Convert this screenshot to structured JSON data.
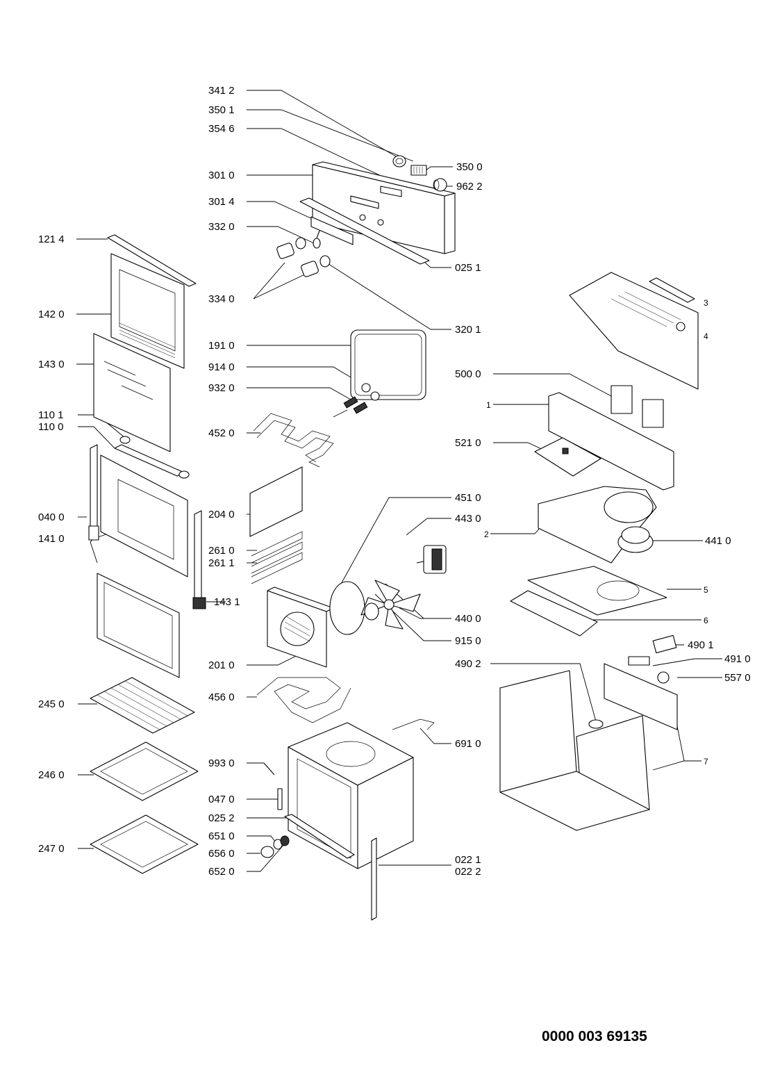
{
  "labels": {
    "l_3412": "341 2",
    "l_3501": "350 1",
    "l_3546": "354 6",
    "l_3010": "301 0",
    "l_3500": "350 0",
    "l_9622": "962 2",
    "l_3014": "301 4",
    "l_3320": "332 0",
    "l_1214": "121 4",
    "l_0251": "025 1",
    "l_3340": "334 0",
    "l_3201": "320 1",
    "l_1420": "142 0",
    "l_1430": "143 0",
    "l_1910": "191 0",
    "l_9140": "914 0",
    "l_9320": "932 0",
    "l_5000": "500 0",
    "l_1101": "110 1",
    "l_1100": "110 0",
    "l_4520": "452 0",
    "l_5210": "521 0",
    "l_4510": "451 0",
    "l_4430": "443 0",
    "l_0400": "040 0",
    "l_2040": "204 0",
    "l_4410": "441 0",
    "l_1410": "141 0",
    "l_2610": "261 0",
    "l_2611": "261 1",
    "l_1431": "143 1",
    "l_4400": "440 0",
    "l_9150": "915 0",
    "l_4901": "490 1",
    "l_2010": "201 0",
    "l_4902": "490 2",
    "l_4910": "491 0",
    "l_5570": "557 0",
    "l_4560": "456 0",
    "l_2450": "245 0",
    "l_6910": "691 0",
    "l_9930": "993 0",
    "l_2460": "246 0",
    "l_0470": "047 0",
    "l_0252": "025 2",
    "l_6510": "651 0",
    "l_2470": "247 0",
    "l_6560": "656 0",
    "l_0221": "022 1",
    "l_0222": "022 2",
    "l_6520": "652 0",
    "n_3": "3",
    "n_4": "4",
    "n_1": "1",
    "n_2": "2",
    "n_5": "5",
    "n_6": "6",
    "n_7": "7"
  },
  "document_number": "0000 003 69135"
}
